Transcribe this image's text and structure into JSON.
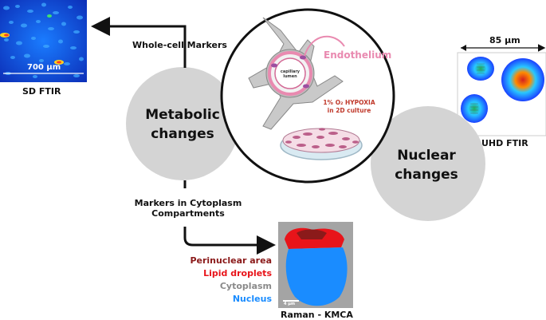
{
  "labels": {
    "whole_cell": "Whole-cell Markers",
    "cyto_1": "Markers in Cytoplasm",
    "cyto_2": "Compartments",
    "metabolic_1": "Metabolic",
    "metabolic_2": "changes",
    "nuclear_1": "Nuclear",
    "nuclear_2": "changes",
    "sd_ftir": "SD FTIR",
    "sd_scale": "700 µm",
    "uhd_ftir": "UHD FTIR",
    "uhd_scale": "85 µm",
    "endothelium": "Endothelium",
    "capillary_1": "capillary",
    "capillary_2": "lumen",
    "hypoxia_1": "1% O₂ HYPOXIA",
    "hypoxia_2": "in 2D culture",
    "raman": "Raman - KMCA",
    "raman_scale": "4 µm"
  },
  "legend": [
    {
      "label": "Perinuclear area",
      "color": "#8b1a1a"
    },
    {
      "label": "Lipid droplets",
      "color": "#e8141a"
    },
    {
      "label": "Cytoplasm",
      "color": "#8a8a8a"
    },
    {
      "label": "Nucleus",
      "color": "#1a8cff"
    }
  ],
  "colors": {
    "grey_circle": "#d4d4d4",
    "endothelium": "#e98ab0",
    "hypoxia_text": "#c0392b"
  }
}
